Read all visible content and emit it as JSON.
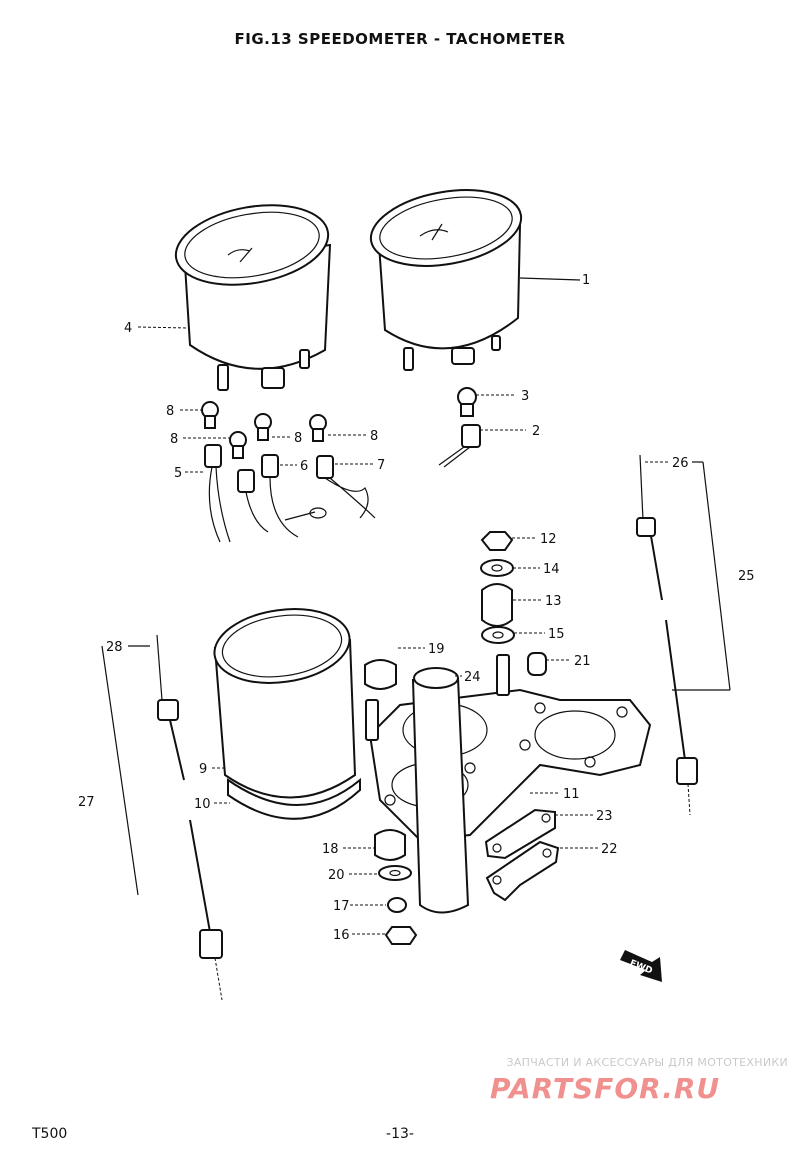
{
  "title": "FIG.13  SPEEDOMETER - TACHOMETER",
  "footer": {
    "model": "T500",
    "page": "-13-"
  },
  "watermark": {
    "line1": "ЗАПЧАСТИ И АКСЕССУАРЫ ДЛЯ МОТОТЕХНИКИ",
    "logo": "PARTSFOR.RU",
    "color": "#e53935"
  },
  "arrow_label": "FWD",
  "labels": {
    "p1": "1",
    "p2": "2",
    "p3": "3",
    "p4": "4",
    "p5": "5",
    "p6": "6",
    "p7": "7",
    "p8a": "8",
    "p8b": "8",
    "p8c": "8",
    "p8d": "8",
    "p9": "9",
    "p10": "10",
    "p11": "11",
    "p12": "12",
    "p13": "13",
    "p14": "14",
    "p15": "15",
    "p16": "16",
    "p17": "17",
    "p18": "18",
    "p19": "19",
    "p20": "20",
    "p21": "21",
    "p22": "22",
    "p23": "23",
    "p24": "24",
    "p25": "25",
    "p26": "26",
    "p27": "27",
    "p28": "28"
  }
}
